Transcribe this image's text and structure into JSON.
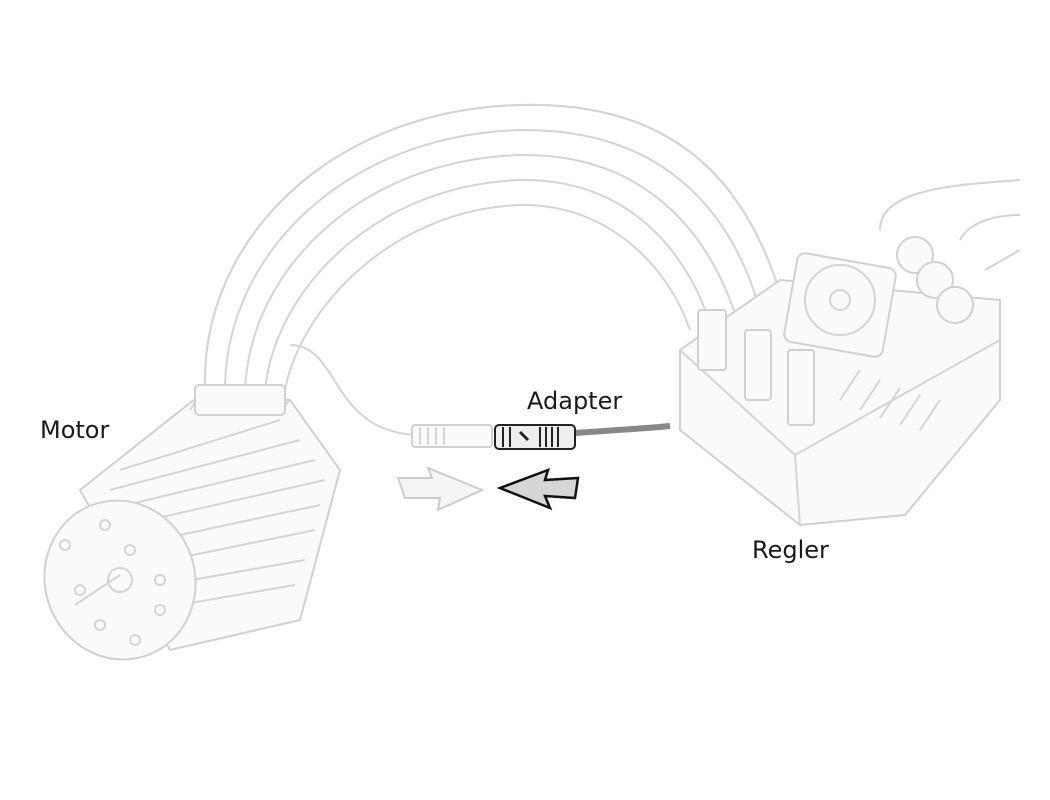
{
  "labels": {
    "motor": "Motor",
    "adapter": "Adapter",
    "regler": "Regler"
  },
  "colors": {
    "faded_line": "#d4d4d4",
    "highlight_line": "#222222",
    "text": "#1a1a1a"
  }
}
